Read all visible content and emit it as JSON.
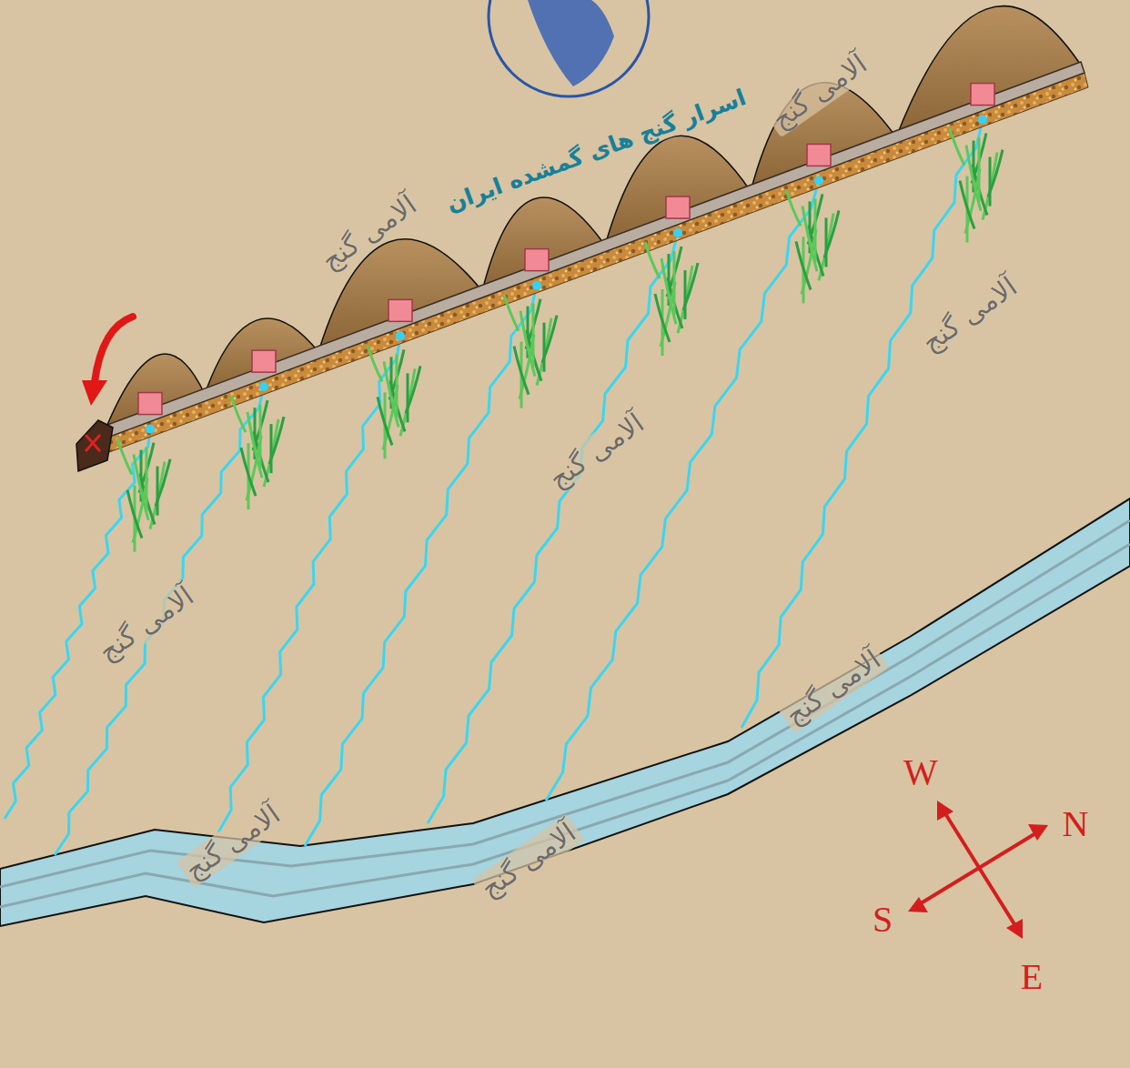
{
  "diagram": {
    "labels": [
      "اسرار گنج های گمشده ایران",
      "آلامی گنج",
      "آلامی گنج",
      "آلامی گنج",
      "آلامی گنج",
      "آلامی گنج",
      "آلامی گنج",
      "آلامی گنج",
      "آلامی گنج",
      "W",
      "N",
      "S",
      "E"
    ]
  }
}
